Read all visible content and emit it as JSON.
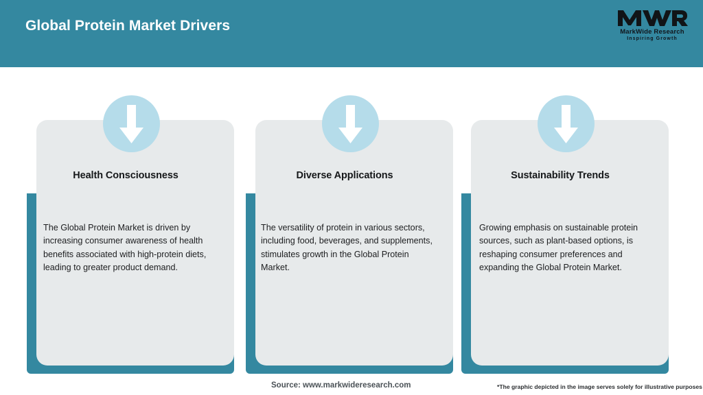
{
  "header": {
    "title": "Global Protein Market Drivers",
    "background_color": "#3488a0",
    "title_color": "#ffffff"
  },
  "logo": {
    "mark": "MWR",
    "name": "MarkWide Research",
    "tagline": "Inspiring Growth"
  },
  "theme": {
    "accent_color": "#3488a0",
    "card_color": "#e7eaeb",
    "badge_color": "#b5dcea",
    "arrow_color": "#ffffff"
  },
  "cards": [
    {
      "icon": "arrow-down-icon",
      "title": "Health Consciousness",
      "body": "The Global Protein Market is driven by increasing consumer awareness of health benefits associated with high-protein diets, leading to greater product demand."
    },
    {
      "icon": "arrow-down-icon",
      "title": "Diverse Applications",
      "body": "The versatility of protein in various sectors, including food, beverages, and supplements, stimulates growth in the Global Protein Market."
    },
    {
      "icon": "arrow-down-icon",
      "title": "Sustainability Trends",
      "body": "Growing emphasis on sustainable protein sources, such as plant-based options, is reshaping consumer preferences and expanding the Global Protein Market."
    }
  ],
  "footer": {
    "source": "Source: www.markwideresearch.com",
    "disclaimer": "*The graphic depicted in the image serves solely for illustrative purposes"
  }
}
